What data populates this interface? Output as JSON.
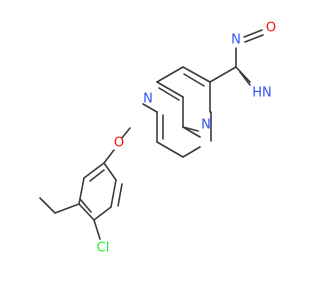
{
  "structure": {
    "atoms": [
      {
        "symbol": "N",
        "color": "#3050f8"
      },
      {
        "symbol": "N",
        "color": "#3050f8"
      },
      {
        "symbol": "O",
        "color": "#ff0d0d"
      },
      {
        "symbol": "N",
        "color": "#3050f8"
      },
      {
        "symbol": "O",
        "color": "#ff0d0d"
      },
      {
        "symbol": "HN",
        "color": "#3050f8"
      },
      {
        "symbol": "Cl",
        "color": "#1ff01f"
      }
    ],
    "bond_color": "#3a3a3a"
  }
}
